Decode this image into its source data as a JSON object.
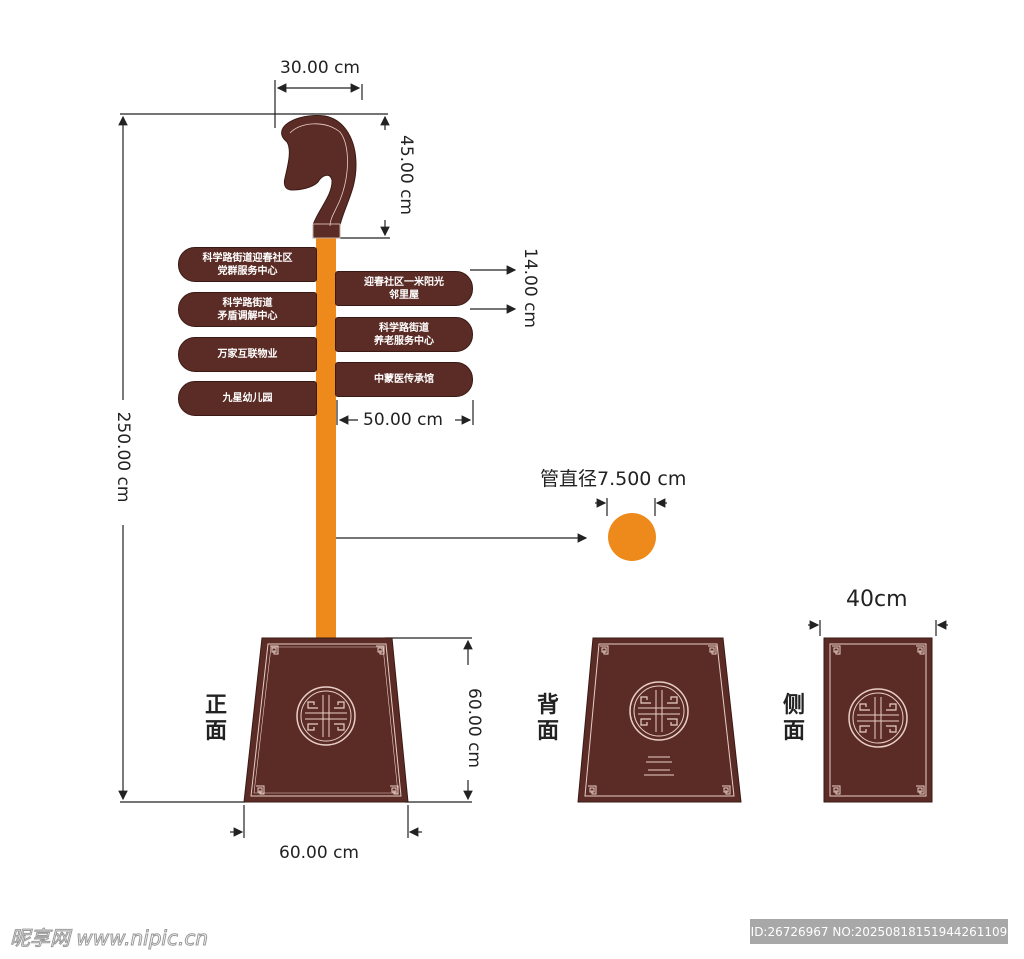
{
  "dimensions": {
    "head_width": "30.00 cm",
    "head_height": "45.00 cm",
    "total_height": "250.00 cm",
    "sign_height": "14.00 cm",
    "sign_width": "50.00 cm",
    "pipe_diameter": "管直径7.500 cm",
    "base_height": "60.00 cm",
    "base_width": "60.00 cm",
    "side_width": "40cm"
  },
  "left_signs": [
    {
      "line1": "科学路街道迎春社区",
      "line2": "党群服务中心"
    },
    {
      "line1": "科学路街道",
      "line2": "矛盾调解中心"
    },
    {
      "line1": "万家互联物业",
      "line2": ""
    },
    {
      "line1": "九星幼儿园",
      "line2": ""
    }
  ],
  "right_signs": [
    {
      "line1": "迎春社区一米阳光",
      "line2": "邻里屋"
    },
    {
      "line1": "科学路街道",
      "line2": "养老服务中心"
    },
    {
      "line1": "中蒙医传承馆",
      "line2": ""
    }
  ],
  "faces": {
    "front": "正面",
    "back": "背面",
    "side": "侧面"
  },
  "watermark": "昵享网 www.nipic.cn",
  "id_text": "ID:26726967 NO:20250818151944261109",
  "colors": {
    "brown": "#5b2c25",
    "orange": "#ee8a1c",
    "line": "#222222"
  }
}
